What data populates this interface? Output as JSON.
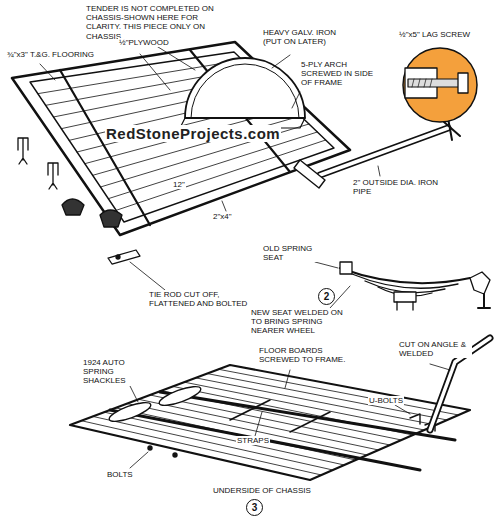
{
  "diagram": {
    "labels": [
      "TENDER IS NOT COMPLETED ON CHASSIS-SHOWN HERE FOR CLARITY. THIS PIECE ONLY ON CHASSIS",
      "½\"PLYWOOD",
      "HEAVY GALV. IRON (PUT ON LATER)",
      "½\"x5\" LAG SCREW",
      "5-PLY ARCH SCREWED IN SIDE OF FRAME",
      "¾\"x3\" T.&G. FLOORING",
      "RedStoneProjects.com",
      "2\" OUTSIDE DIA. IRON PIPE",
      "2\"x4\"",
      "OLD SPRING SEAT",
      "2",
      "TIE ROD CUT OFF, FLATTENED AND BOLTED",
      "NEW SEAT WELDED ON TO BRING SPRING NEARER WHEEL",
      "12\"",
      "1924 AUTO SPRING SHACKLES",
      "FLOOR BOARDS SCREWED TO FRAME.",
      "CUT ON ANGLE & WELDED",
      "U-BOLTS",
      "STRAPS",
      "BOLTS",
      "UNDERSIDE OF CHASSIS",
      "3"
    ]
  }
}
